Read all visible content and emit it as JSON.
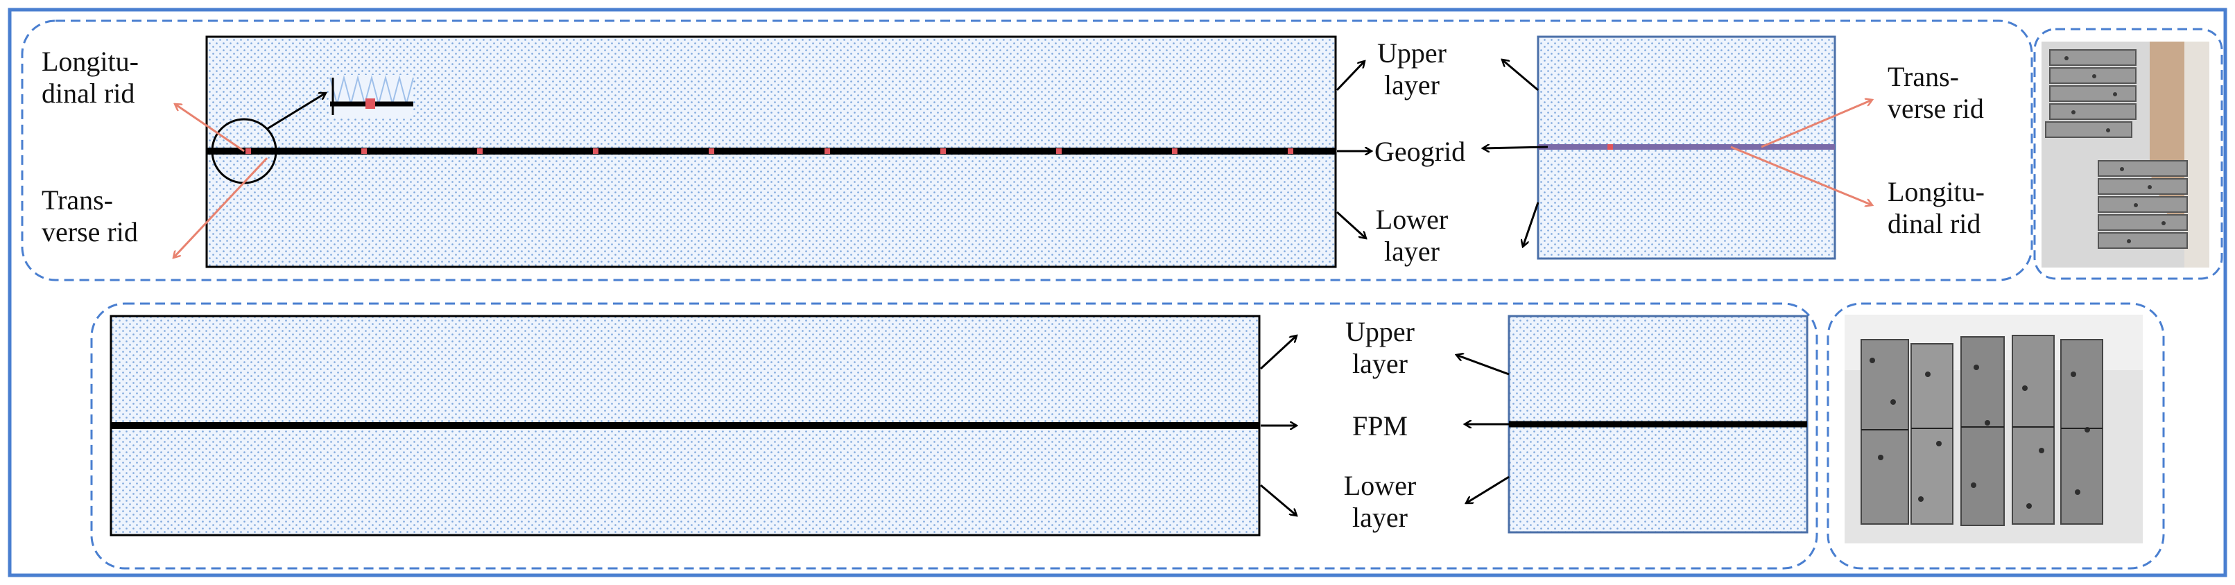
{
  "panel_top": {
    "labels": {
      "longitudinal_rib_left": [
        "Longitu-",
        "dinal rid"
      ],
      "transverse_rib_left": [
        "Trans-",
        "verse rid"
      ],
      "upper_layer": [
        "Upper",
        "layer"
      ],
      "geogrid": "Geogrid",
      "lower_layer": [
        "Lower",
        "layer"
      ],
      "transverse_rib_right": [
        "Trans-",
        "verse rid"
      ],
      "longitudinal_rib_right": [
        "Longitu-",
        "dinal rid"
      ]
    }
  },
  "panel_bottom": {
    "labels": {
      "upper_layer": [
        "Upper",
        "layer"
      ],
      "fpm": "FPM",
      "lower_layer": [
        "Lower",
        "layer"
      ]
    }
  },
  "colors": {
    "frame": "#4a7fd0",
    "layer_fill": "#eef4fd",
    "dots": "#7da6dc",
    "geogrid": "#000000",
    "rib_marks": "#e0555c",
    "callout_arrows": "#e8826f",
    "black_arrows": "#000000"
  },
  "photos": [
    {
      "name": "geogrid-specimen-photo"
    },
    {
      "name": "fpm-specimen-photo"
    }
  ]
}
